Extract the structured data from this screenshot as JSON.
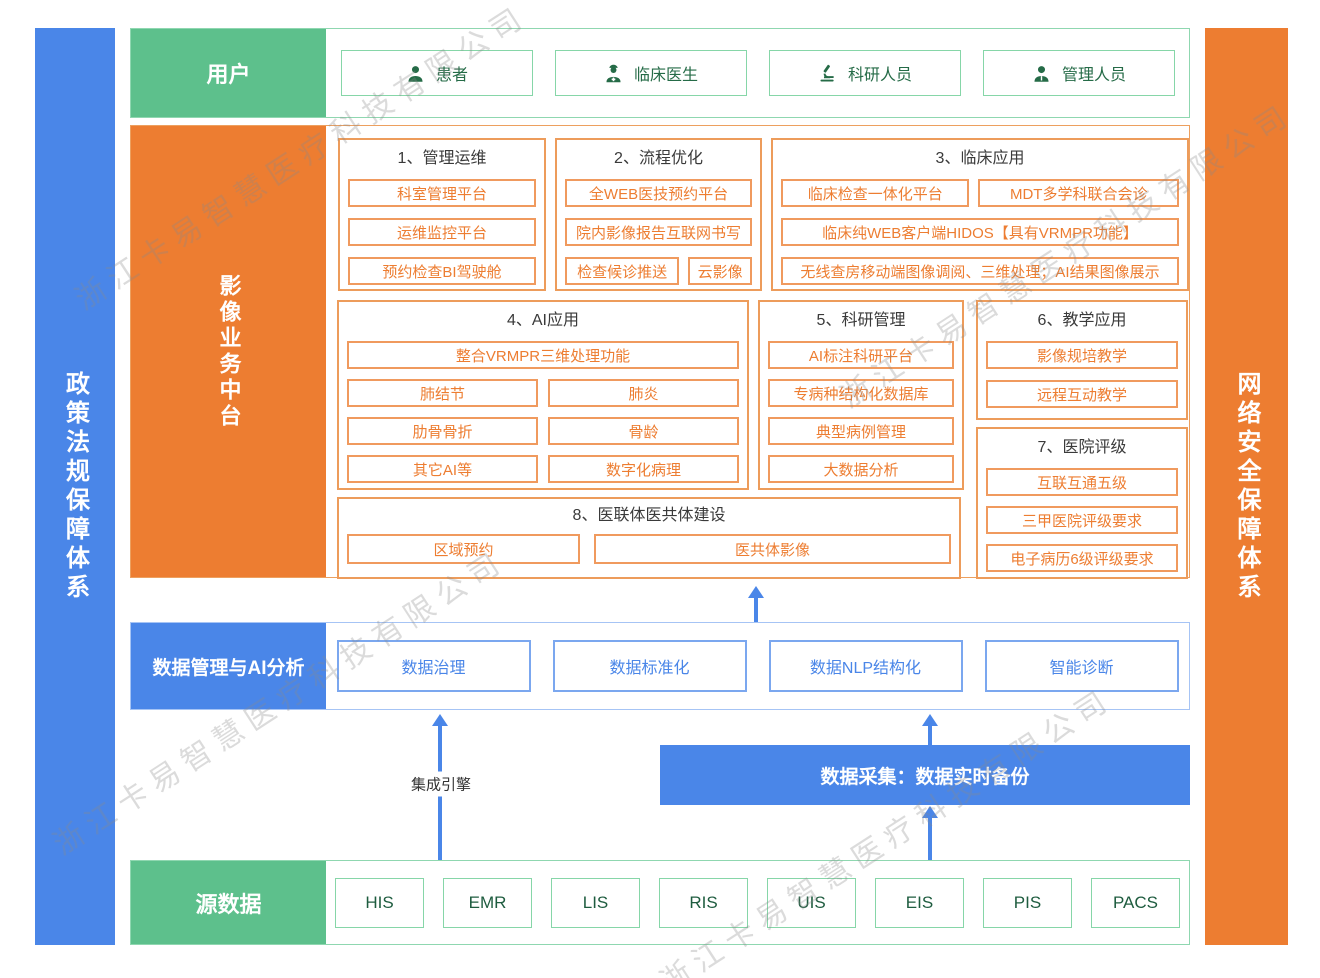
{
  "watermark": {
    "text": "浙江卡易智慧医疗科技有限公司"
  },
  "side_bars": {
    "left": "政策法规保障体系",
    "right": "网络安全保障体系"
  },
  "colors": {
    "blue": "#4a86e8",
    "green": "#5dc08c",
    "orange": "#ed7d31"
  },
  "users_row": {
    "label": "用户",
    "items": [
      {
        "label": "患者",
        "icon": "patient-icon"
      },
      {
        "label": "临床医生",
        "icon": "doctor-icon"
      },
      {
        "label": "科研人员",
        "icon": "microscope-icon"
      },
      {
        "label": "管理人员",
        "icon": "manager-icon"
      }
    ]
  },
  "platform": {
    "label": "影像业务中台",
    "s1": {
      "title": "1、管理运维",
      "items": [
        "科室管理平台",
        "运维监控平台",
        "预约检查BI驾驶舱"
      ]
    },
    "s2": {
      "title": "2、流程优化",
      "items": [
        "全WEB医技预约平台",
        "院内影像报告互联网书写"
      ],
      "row": [
        "检查候诊推送",
        "云影像"
      ]
    },
    "s3": {
      "title": "3、临床应用",
      "row": [
        "临床检查一体化平台",
        "MDT多学科联合会诊"
      ],
      "items": [
        "临床纯WEB客户端HIDOS【具有VRMPR功能】",
        "无线查房移动端图像调阅、三维处理；AI结果图像展示"
      ]
    },
    "s4": {
      "title": "4、AI应用",
      "full": "整合VRMPR三维处理功能",
      "grid": [
        "肺结节",
        "肺炎",
        "肋骨骨折",
        "骨龄",
        "其它AI等",
        "数字化病理"
      ]
    },
    "s5": {
      "title": "5、科研管理",
      "items": [
        "AI标注科研平台",
        "专病种结构化数据库",
        "典型病例管理",
        "大数据分析"
      ]
    },
    "s6": {
      "title": "6、教学应用",
      "items": [
        "影像规培教学",
        "远程互动教学"
      ]
    },
    "s7": {
      "title": "7、医院评级",
      "items": [
        "互联互通五级",
        "三甲医院评级要求",
        "电子病历6级评级要求"
      ]
    },
    "s8": {
      "title": "8、医联体医共体建设",
      "row": [
        "区域预约",
        "医共体影像"
      ]
    }
  },
  "data_mgmt": {
    "label": "数据管理与AI分析",
    "items": [
      "数据治理",
      "数据标准化",
      "数据NLP结构化",
      "智能诊断"
    ]
  },
  "integration": {
    "engine_label": "集成引擎",
    "collect_label": "数据采集：数据实时备份"
  },
  "source_row": {
    "label": "源数据",
    "items": [
      "HIS",
      "EMR",
      "LIS",
      "RIS",
      "UIS",
      "EIS",
      "PIS",
      "PACS"
    ]
  }
}
